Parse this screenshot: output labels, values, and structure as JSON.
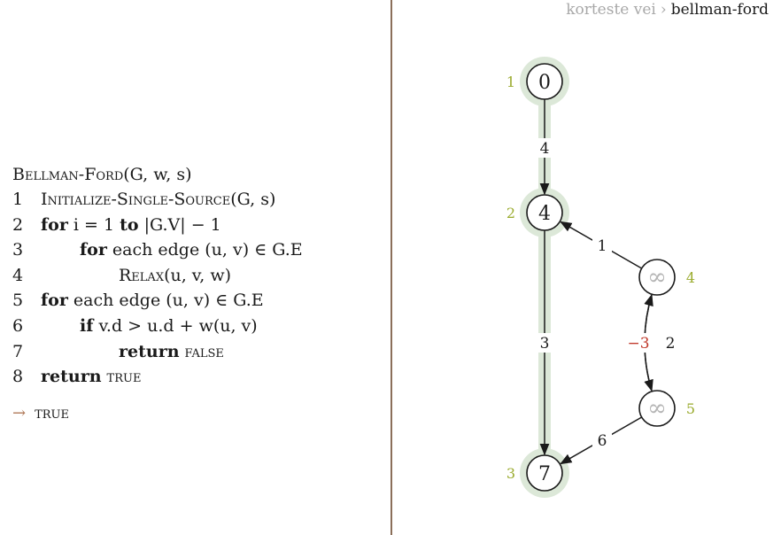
{
  "breadcrumb": {
    "parent": "korteste vei",
    "separator": "›",
    "current": "bellman-ford"
  },
  "algorithm": {
    "name": "Bellman-Ford",
    "params": "(G, w, s)",
    "lines": [
      {
        "num": "1",
        "parts": [
          {
            "t": "sc",
            "v": "Initialize-Single-Source"
          },
          {
            "t": "n",
            "v": "(G, s)"
          }
        ]
      },
      {
        "num": "2",
        "parts": [
          {
            "t": "kw",
            "v": "for"
          },
          {
            "t": "n",
            "v": " i = 1 "
          },
          {
            "t": "kw",
            "v": "to"
          },
          {
            "t": "n",
            "v": " |G.V| − 1"
          }
        ]
      },
      {
        "num": "3",
        "indent": 1,
        "parts": [
          {
            "t": "kw",
            "v": "for"
          },
          {
            "t": "n",
            "v": " each edge (u, v) ∈ G.E"
          }
        ]
      },
      {
        "num": "4",
        "indent": 2,
        "parts": [
          {
            "t": "sc",
            "v": "Relax"
          },
          {
            "t": "n",
            "v": "(u, v, w)"
          }
        ]
      },
      {
        "num": "5",
        "parts": [
          {
            "t": "kw",
            "v": "for"
          },
          {
            "t": "n",
            "v": " each edge (u, v) ∈ G.E"
          }
        ]
      },
      {
        "num": "6",
        "indent": 1,
        "parts": [
          {
            "t": "kw",
            "v": "if"
          },
          {
            "t": "n",
            "v": " v.d > u.d + w(u, v)"
          }
        ]
      },
      {
        "num": "7",
        "indent": 2,
        "parts": [
          {
            "t": "kw",
            "v": "return"
          },
          {
            "t": "sc",
            "v": " false"
          }
        ]
      },
      {
        "num": "8",
        "parts": [
          {
            "t": "kw",
            "v": "return"
          },
          {
            "t": "sc",
            "v": " true"
          }
        ]
      }
    ],
    "result_arrow": "→",
    "result": "true"
  },
  "graph": {
    "nodes": [
      {
        "id": "n1",
        "index": "1",
        "label": "0",
        "infinite": false,
        "in_tree": true
      },
      {
        "id": "n2",
        "index": "2",
        "label": "4",
        "infinite": false,
        "in_tree": true
      },
      {
        "id": "n3",
        "index": "3",
        "label": "7",
        "infinite": false,
        "in_tree": true
      },
      {
        "id": "n4",
        "index": "4",
        "label": "∞",
        "infinite": true,
        "in_tree": false
      },
      {
        "id": "n5",
        "index": "5",
        "label": "∞",
        "infinite": true,
        "in_tree": false
      }
    ],
    "edges": [
      {
        "from": "n1",
        "to": "n2",
        "weight": "4",
        "negative": false,
        "in_tree": true
      },
      {
        "from": "n2",
        "to": "n3",
        "weight": "3",
        "negative": false,
        "in_tree": true
      },
      {
        "from": "n4",
        "to": "n2",
        "weight": "1",
        "negative": false,
        "in_tree": false
      },
      {
        "from": "n4",
        "to": "n5",
        "weight": "2",
        "negative": false,
        "in_tree": false
      },
      {
        "from": "n5",
        "to": "n4",
        "weight": "−3",
        "negative": true,
        "in_tree": false
      },
      {
        "from": "n5",
        "to": "n3",
        "weight": "6",
        "negative": false,
        "in_tree": false
      }
    ],
    "colors": {
      "index": "#9aab2e",
      "negative_weight": "#c0392b",
      "tree_highlight": "#dce8d8",
      "infinity": "#b5b5b5"
    }
  }
}
